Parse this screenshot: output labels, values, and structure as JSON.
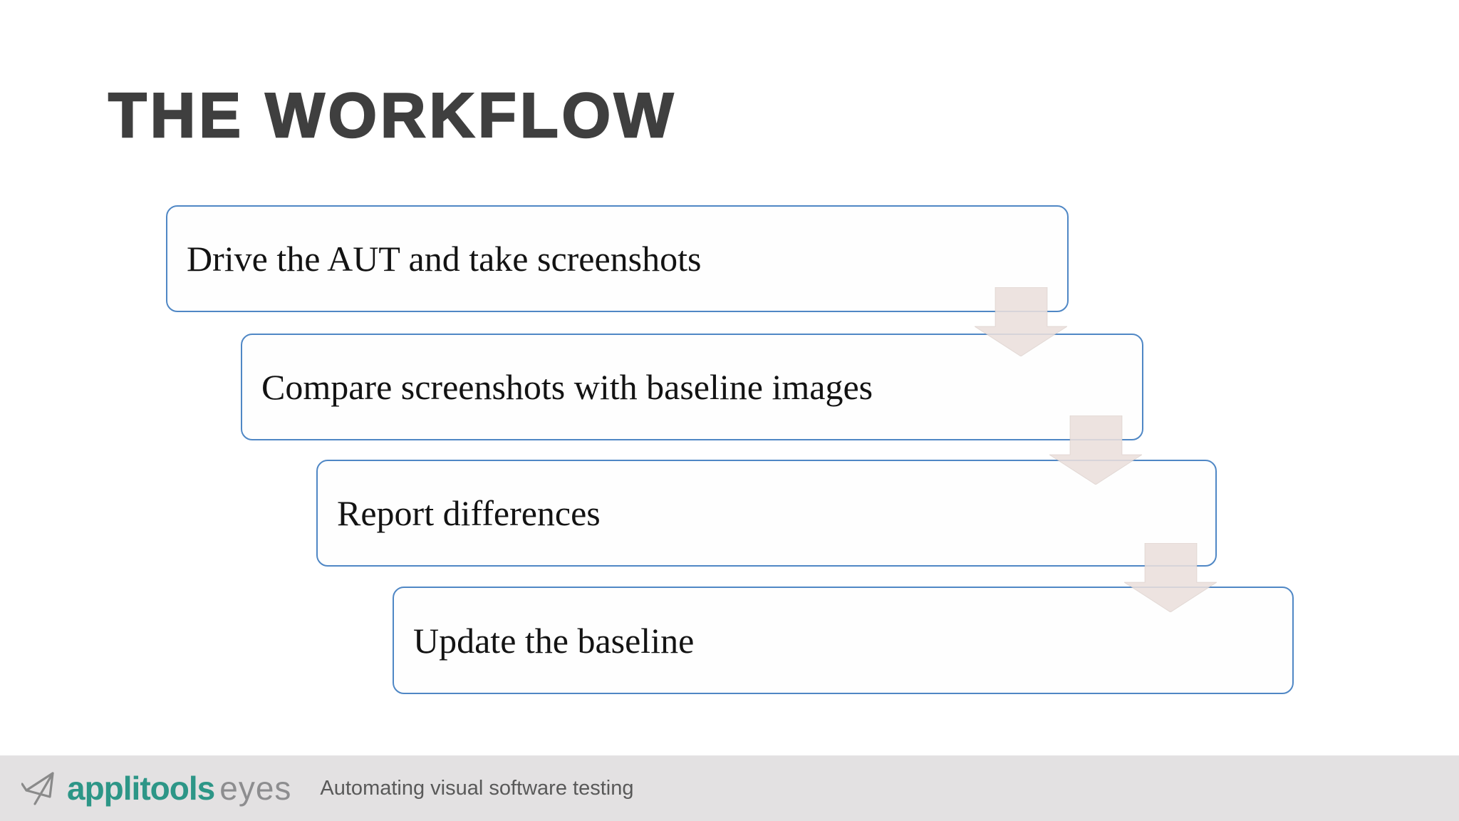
{
  "title": "THE WORKFLOW",
  "steps": [
    {
      "label": "Drive the AUT and take screenshots"
    },
    {
      "label": "Compare screenshots with baseline images"
    },
    {
      "label": "Report differences"
    },
    {
      "label": "Update the baseline"
    }
  ],
  "flow": {
    "type": "stepped-down-process",
    "connector": "down-arrow",
    "order": [
      "Drive the AUT and take screenshots",
      "Compare screenshots with baseline images",
      "Report differences",
      "Update the baseline"
    ]
  },
  "footer": {
    "brand": "applitools",
    "brand_suffix": "eyes",
    "tagline": "Automating visual software testing"
  },
  "icons": {
    "logo": "applitools-eye-icon",
    "connector": "down-block-arrow-icon"
  },
  "colors": {
    "background": "#ffffff",
    "title_text": "#3f3f3f",
    "box_border": "#4f87c5",
    "box_fill": "#fefefe",
    "box_text": "#131313",
    "arrow_fill": "#eadfdc",
    "footer_bg": "#e3e1e2",
    "brand_teal": "#2d9687",
    "brand_gray": "#8d8d8f",
    "tagline_text": "#595959"
  }
}
